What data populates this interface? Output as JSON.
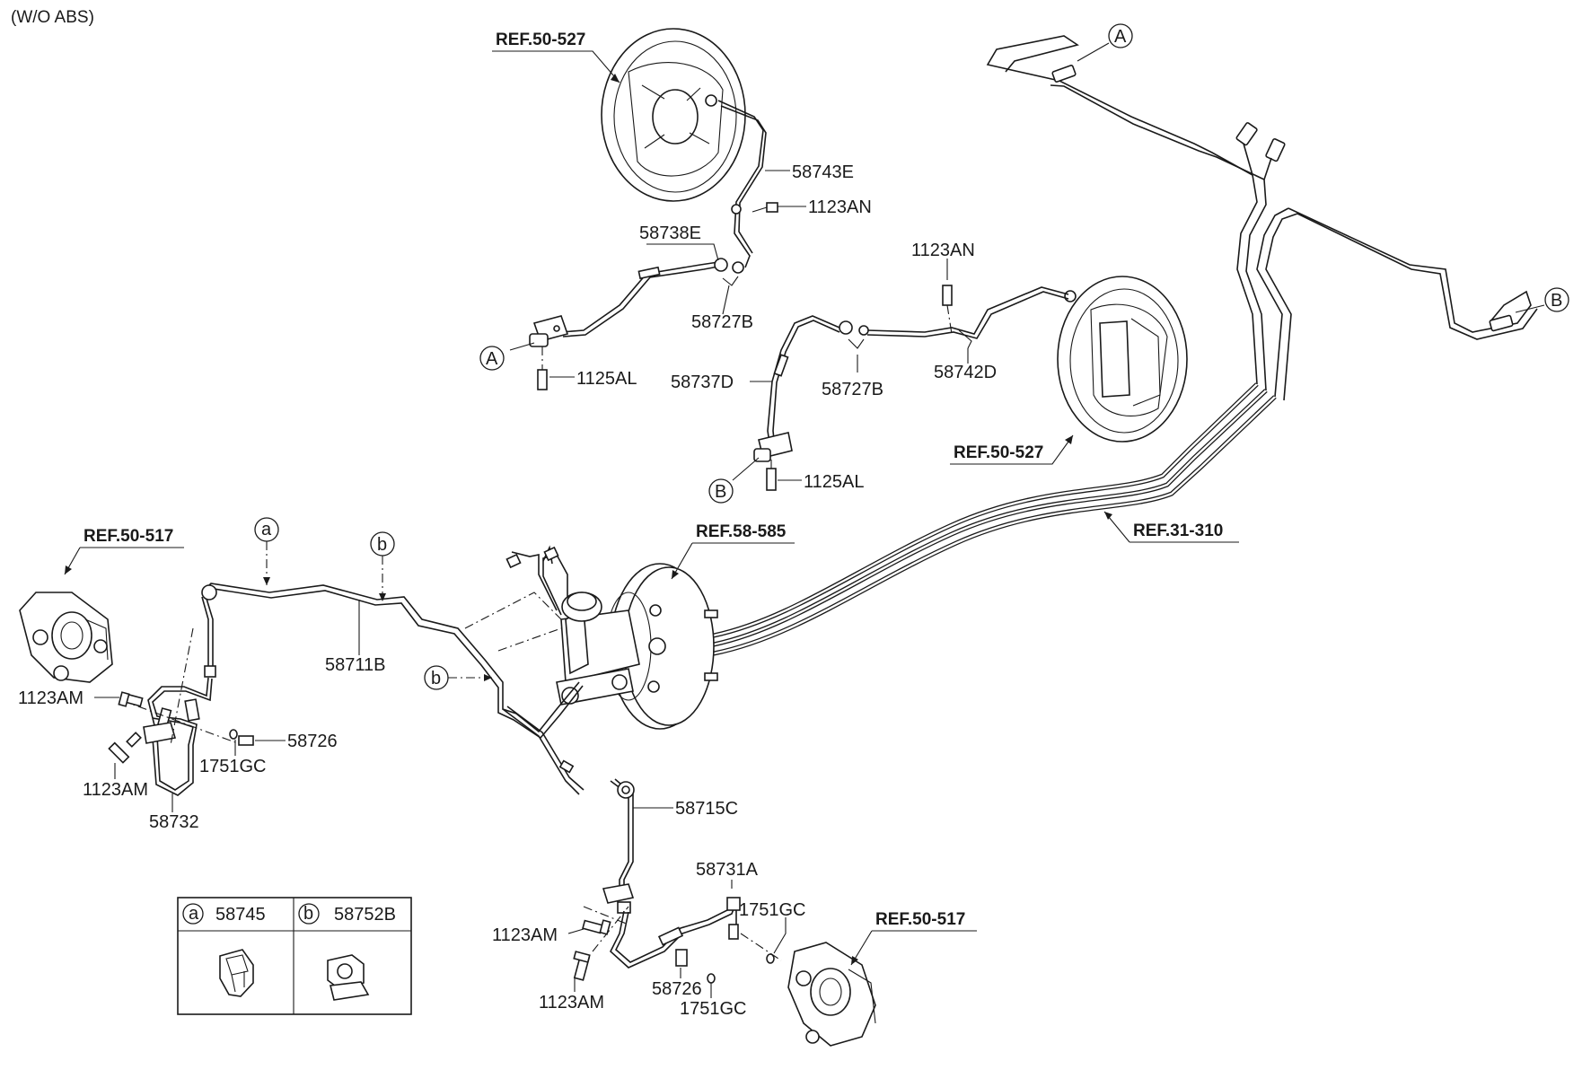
{
  "header": {
    "note": "(W/O ABS)"
  },
  "refs": {
    "ref_50_527_top": "REF.50-527",
    "ref_50_527_mid": "REF.50-527",
    "ref_50_517_left": "REF.50-517",
    "ref_50_517_bottom": "REF.50-517",
    "ref_58_585": "REF.58-585",
    "ref_31_310": "REF.31-310"
  },
  "parts": {
    "p58743E": "58743E",
    "p1123AN_top": "1123AN",
    "p58738E": "58738E",
    "p58727B_top": "58727B",
    "p1125AL_top": "1125AL",
    "p1123AN_mid": "1123AN",
    "p58737D": "58737D",
    "p58727B_mid": "58727B",
    "p58742D": "58742D",
    "p1125AL_mid": "1125AL",
    "p58711B": "58711B",
    "p1123AM_left1": "1123AM",
    "p58726_left": "58726",
    "p1751GC_left": "1751GC",
    "p1123AM_left2": "1123AM",
    "p58732": "58732",
    "p58715C": "58715C",
    "p58731A": "58731A",
    "p1751GC_bot1": "1751GC",
    "p1123AM_bot1": "1123AM",
    "p1123AM_bot2": "1123AM",
    "p58726_bot": "58726",
    "p1751GC_bot2": "1751GC"
  },
  "callouts": {
    "A_top_right": "A",
    "A_left": "A",
    "B_right": "B",
    "B_mid": "B",
    "a_top": "a",
    "b_top": "b",
    "b_mid": "b"
  },
  "legend": {
    "cells": [
      {
        "letter": "a",
        "part": "58745"
      },
      {
        "letter": "b",
        "part": "58752B"
      }
    ]
  }
}
